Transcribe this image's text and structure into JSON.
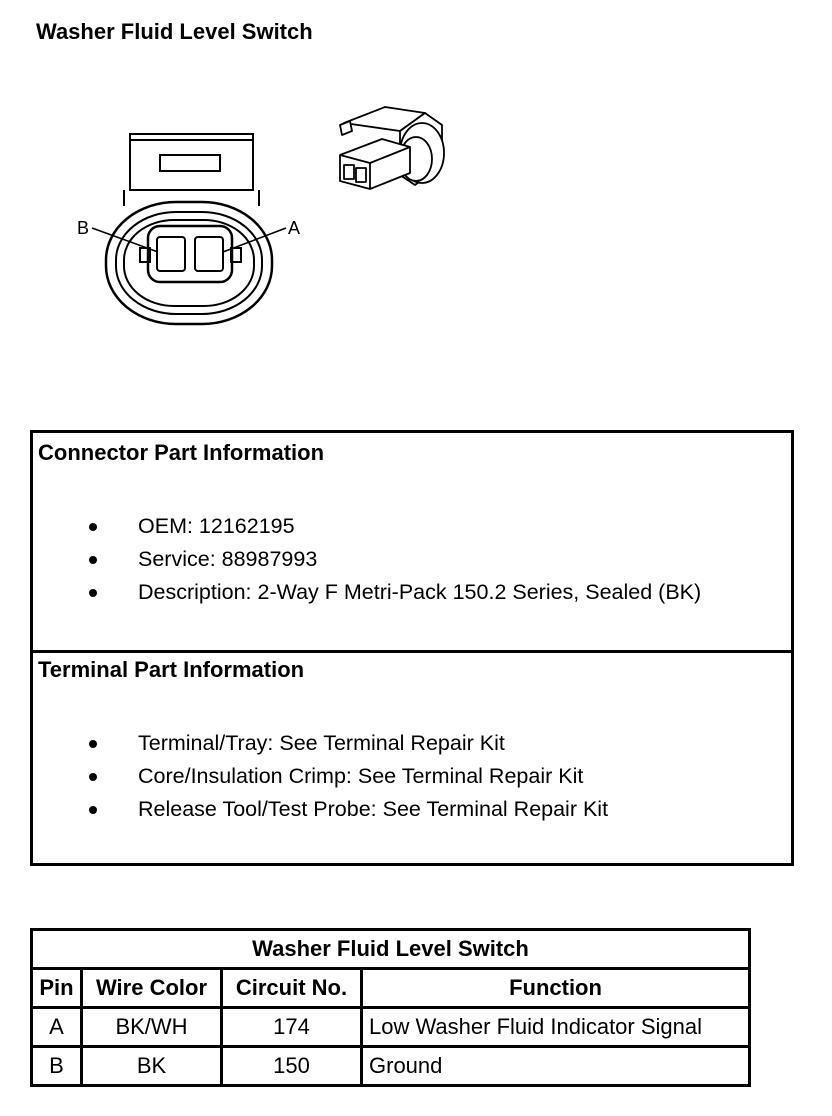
{
  "title": "Washer Fluid Level Switch",
  "diagram": {
    "pin_labels": [
      "B",
      "A"
    ]
  },
  "connector_info": {
    "heading": "Connector Part Information",
    "items": [
      "OEM: 12162195",
      "Service: 88987993",
      "Description: 2-Way F Metri-Pack 150.2 Series, Sealed (BK)"
    ]
  },
  "terminal_info": {
    "heading": "Terminal Part Information",
    "items": [
      "Terminal/Tray: See Terminal Repair Kit",
      "Core/Insulation Crimp: See Terminal Repair Kit",
      "Release Tool/Test Probe: See Terminal Repair Kit"
    ]
  },
  "pin_table": {
    "title": "Washer Fluid Level Switch",
    "headers": [
      "Pin",
      "Wire Color",
      "Circuit No.",
      "Function"
    ],
    "rows": [
      [
        "A",
        "BK/WH",
        "174",
        "Low Washer Fluid Indicator Signal"
      ],
      [
        "B",
        "BK",
        "150",
        "Ground"
      ]
    ]
  }
}
